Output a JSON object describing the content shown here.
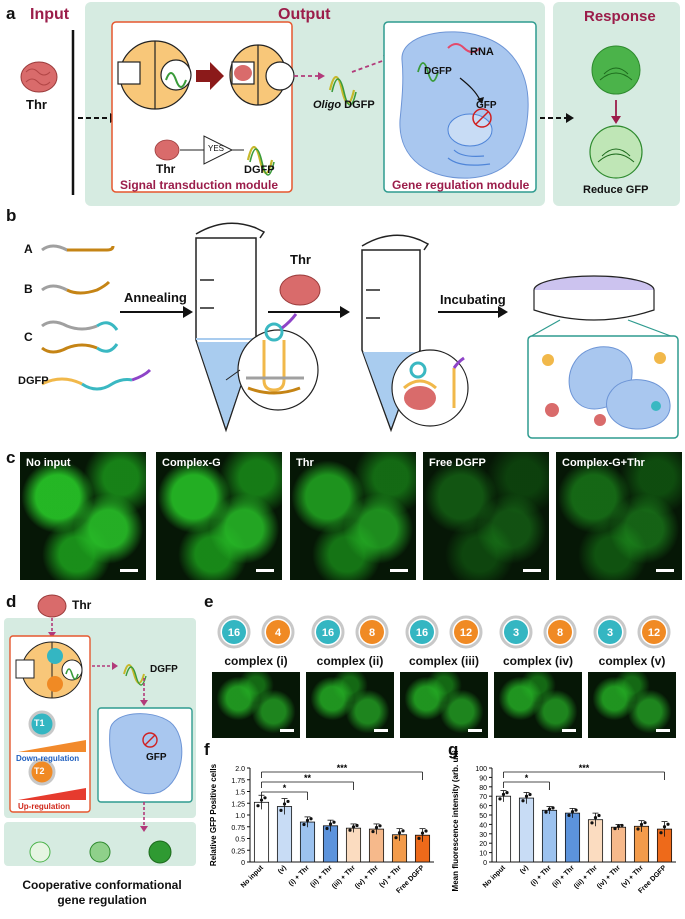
{
  "panel_labels": {
    "a": "a",
    "b": "b",
    "c": "c",
    "d": "d",
    "e": "e",
    "f": "f",
    "g": "g"
  },
  "panel_a": {
    "input_title": "Input",
    "output_title": "Output",
    "response_title": "Response",
    "thr": "Thr",
    "yes": "YES",
    "dgfp": "DGFP",
    "oligo_prefix": "Oligo",
    "oligo_dgfp": "DGFP",
    "rna": "RNA",
    "gfp": "GFP",
    "signal_module": "Signal transduction module",
    "gene_module": "Gene regulation module",
    "reduce_gfp": "Reduce GFP"
  },
  "panel_b": {
    "strand_a": "A",
    "strand_b": "B",
    "strand_c": "C",
    "strand_d": "DGFP",
    "annealing": "Annealing",
    "thr": "Thr",
    "incubating": "Incubating"
  },
  "panel_c": {
    "images": [
      "No input",
      "Complex-G",
      "Thr",
      "Free DGFP",
      "Complex-G+Thr"
    ]
  },
  "panel_d": {
    "thr": "Thr",
    "dgfp": "DGFP",
    "gfp": "GFP",
    "t1": "T1",
    "t2": "T2",
    "down": "Down-regulation",
    "up": "Up-regulation",
    "caption": "Cooperative conformational gene regulation"
  },
  "panel_e": {
    "complexes": [
      {
        "label": "complex (i)",
        "t1": "16",
        "t2": "4"
      },
      {
        "label": "complex (ii)",
        "t1": "16",
        "t2": "8"
      },
      {
        "label": "complex (iii)",
        "t1": "16",
        "t2": "12"
      },
      {
        "label": "complex (iv)",
        "t1": "3",
        "t2": "8"
      },
      {
        "label": "complex (v)",
        "t1": "3",
        "t2": "12"
      }
    ]
  },
  "chart_data": [
    {
      "type": "bar",
      "panel": "f",
      "ylabel": "Relative GFP Positive cells",
      "ylim": [
        0,
        2.0
      ],
      "yticks": [
        "0",
        "0.25",
        "0.5",
        "0.75",
        "1.0",
        "1.25",
        "1.5",
        "1.75",
        "2.0"
      ],
      "categories": [
        "No input",
        "(v)",
        "(i) + Thr",
        "(ii) + Thr",
        "(iii) + Thr",
        "(iv) + Thr",
        "(v) + Thr",
        "Free DGFP"
      ],
      "values": [
        1.27,
        1.18,
        0.85,
        0.77,
        0.72,
        0.7,
        0.58,
        0.57
      ],
      "errors": [
        0.15,
        0.17,
        0.11,
        0.12,
        0.09,
        0.11,
        0.13,
        0.14
      ],
      "colors": [
        "#ffffff",
        "#c8dcf5",
        "#9cc2ef",
        "#5c93dc",
        "#fbdcc0",
        "#f6b98b",
        "#f39b4a",
        "#ee6a1a"
      ],
      "significance": [
        "*",
        "**",
        "***"
      ]
    },
    {
      "type": "bar",
      "panel": "g",
      "ylabel": "Mean fluorescence intensity (arb. units.)",
      "ylim": [
        0,
        100
      ],
      "yticks": [
        "0",
        "10",
        "20",
        "30",
        "40",
        "50",
        "60",
        "70",
        "80",
        "90",
        "100"
      ],
      "categories": [
        "No input",
        "(v)",
        "(i) + Thr",
        "(ii) + Thr",
        "(iii) + Thr",
        "(iv) + Thr",
        "(v) + Thr",
        "Free DGFP"
      ],
      "values": [
        70,
        68,
        55,
        52,
        45,
        37,
        38,
        35
      ],
      "errors": [
        6,
        6,
        4,
        5,
        7,
        3,
        6,
        8
      ],
      "colors": [
        "#ffffff",
        "#c8dcf5",
        "#9cc2ef",
        "#5c93dc",
        "#fbdcc0",
        "#f6b98b",
        "#f39b4a",
        "#ee6a1a"
      ],
      "significance": [
        "*",
        "***"
      ]
    }
  ]
}
